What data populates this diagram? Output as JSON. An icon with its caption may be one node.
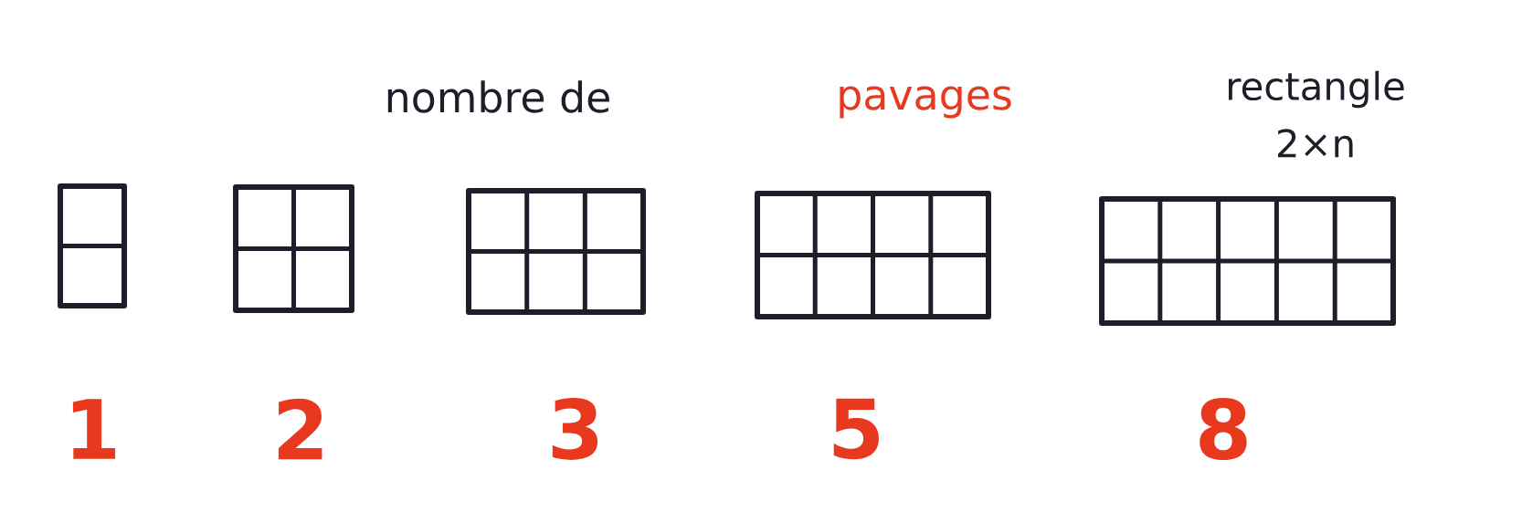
{
  "diagram": {
    "labels": [
      "nombre de",
      "pavages",
      "rectangle 2×n",
      "1",
      "2",
      "3",
      "5",
      "8"
    ]
  }
}
